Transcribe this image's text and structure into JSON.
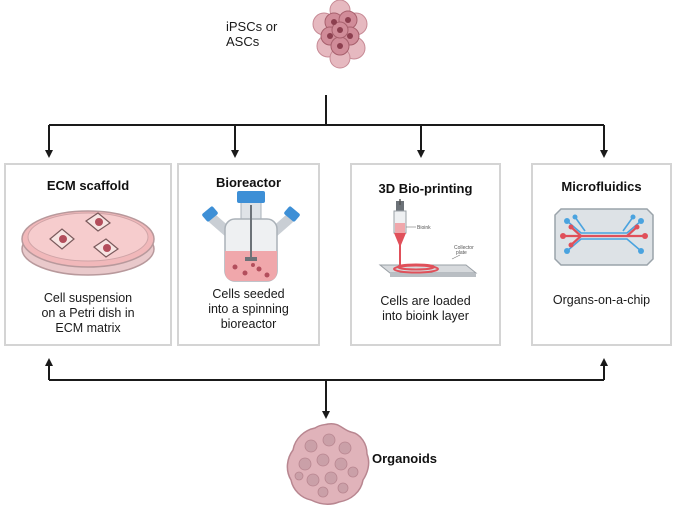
{
  "source": {
    "label_line1": "iPSCs or",
    "label_line2": "ASCs",
    "icon": "stem-cell-cluster-icon"
  },
  "methods": [
    {
      "title": "ECM scaffold",
      "desc_lines": [
        "Cell suspension",
        "on a Petri dish in",
        "ECM matrix"
      ],
      "icon": "petri-dish-icon"
    },
    {
      "title": "Bioreactor",
      "desc_lines": [
        "Cells seeded",
        "into a spinning",
        "bioreactor"
      ],
      "icon": "spinner-flask-icon"
    },
    {
      "title": "3D Bio-printing",
      "desc_lines": [
        "Cells are loaded",
        "into bioink layer"
      ],
      "icon": "bioprinter-icon",
      "annotations": {
        "bioink": "Bioink",
        "collector_line1": "Collector",
        "collector_line2": "plate"
      }
    },
    {
      "title": "Microfluidics",
      "desc_lines": [
        "Organs-on-a-chip"
      ],
      "icon": "microfluidic-chip-icon"
    }
  ],
  "result": {
    "label": "Organoids",
    "icon": "organoid-icon"
  },
  "colors": {
    "arrow": "#1a1a1a",
    "panel_border": "#d4d4d4",
    "cell_pink": "#d99aa6",
    "cell_dark": "#b0616f",
    "medium_pink": "#f2b3b5",
    "cap_blue": "#3d8fd6",
    "chip_red": "#e0505a",
    "chip_blue": "#4aa3df"
  }
}
